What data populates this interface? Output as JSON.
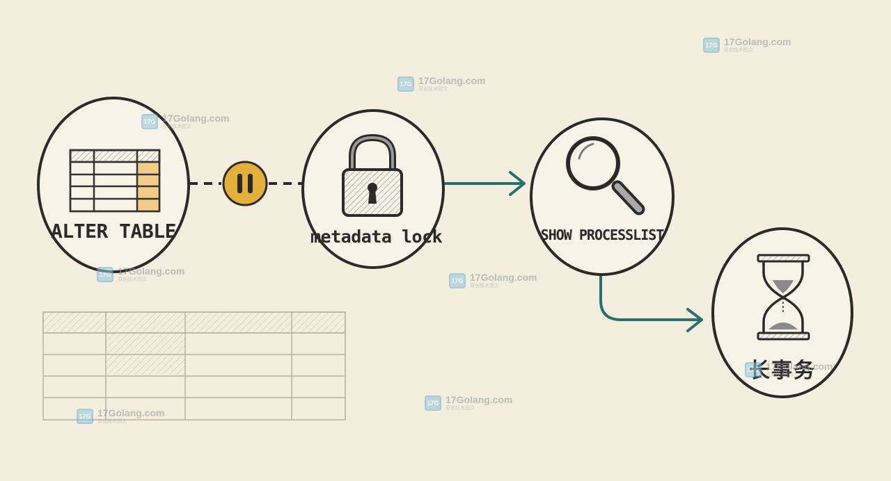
{
  "nodes": {
    "alter_table": {
      "label": "ALTER TABLE"
    },
    "metadata_lock": {
      "label": "metadata lock"
    },
    "show_processlist": {
      "label": "SHOW PROCESSLIST"
    },
    "long_transaction": {
      "label": "长事务"
    }
  },
  "icons": {
    "alter_table": "table-grid-icon",
    "pause": "pause-icon",
    "metadata_lock": "padlock-icon",
    "show_processlist": "magnifier-icon",
    "long_transaction": "hourglass-icon"
  },
  "watermark": {
    "logo_text": "17G",
    "domain": "17Golang.com",
    "subtitle": "原创技术图文"
  },
  "colors": {
    "background": "#f3eedd",
    "ink": "#2a2a2a",
    "arrow": "#2a6f6f",
    "pause": "#e3b13b",
    "highlight": "#f0c068"
  }
}
